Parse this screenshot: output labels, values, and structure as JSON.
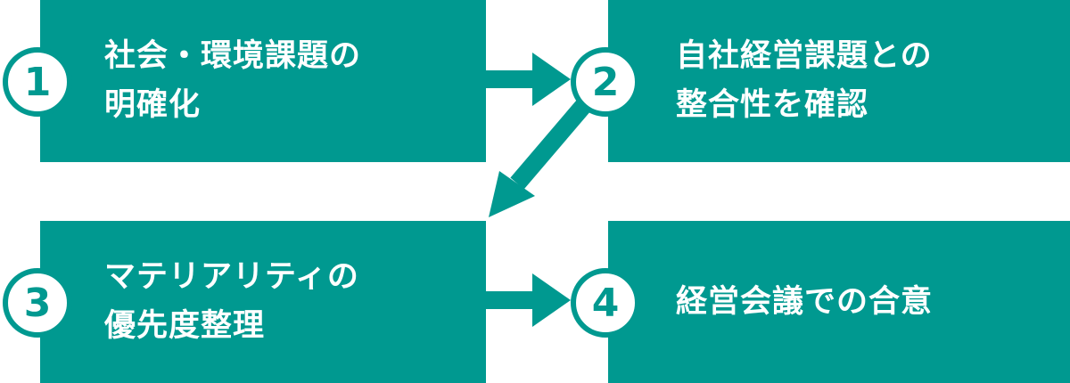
{
  "colors": {
    "teal": "#009990",
    "white": "#ffffff"
  },
  "steps": [
    {
      "number": "1",
      "line1": "社会・環境課題の",
      "line2": "明確化"
    },
    {
      "number": "2",
      "line1": "自社経営課題との",
      "line2": "整合性を確認"
    },
    {
      "number": "3",
      "line1": "マテリアリティの",
      "line2": "優先度整理"
    },
    {
      "number": "4",
      "line1": "経営会議での合意",
      "line2": ""
    }
  ]
}
